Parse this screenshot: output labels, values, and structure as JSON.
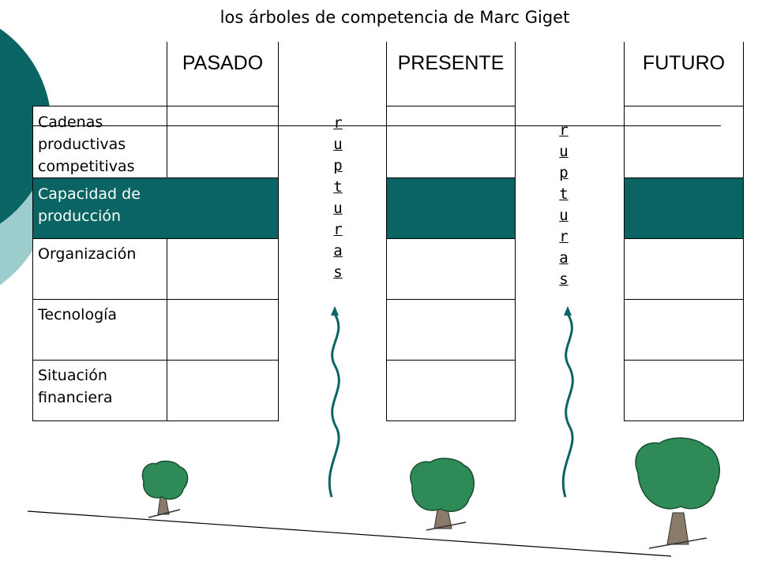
{
  "title": "los árboles de competencia de Marc Giget",
  "columns": [
    "PASADO",
    "PRESENTE",
    "FUTURO"
  ],
  "rows": [
    {
      "label": "Cadenas productivas competitivas",
      "highlighted": false
    },
    {
      "label": "Capacidad de producción",
      "highlighted": true
    },
    {
      "label": "Organización",
      "highlighted": false
    },
    {
      "label": "Tecnología",
      "highlighted": false
    },
    {
      "label": "Situación financiera",
      "highlighted": false
    }
  ],
  "rupturas": [
    "r",
    "u",
    "p",
    "t",
    "u",
    "r",
    "a",
    "s"
  ],
  "colors": {
    "accent": "#0b6464",
    "accent_light": "#9ccccc",
    "tree_green": "#2e8b57",
    "trunk": "#8a7a6a"
  }
}
